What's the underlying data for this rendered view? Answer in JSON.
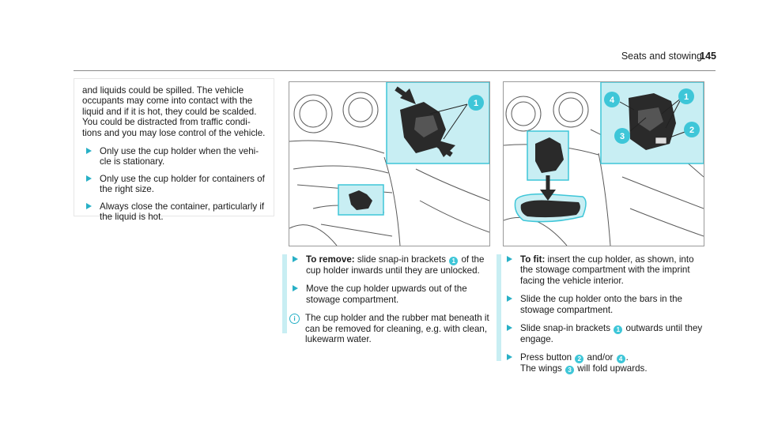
{
  "header": {
    "title": "Seats and stowing",
    "page": "145"
  },
  "warning": {
    "intro": "and liquids could be spilled. The vehicle occupants may come into contact with the liquid and if it is hot, they could be scalded. You could be distracted from traffic condi­tions and you may lose control of the vehicle.",
    "items": [
      "Only use the cup holder when the vehi­cle is stationary.",
      "Only use the cup holder for containers of the right size.",
      "Always close the container, particularly if the liquid is hot."
    ]
  },
  "figures": {
    "left": {
      "callouts": [
        "1"
      ]
    },
    "right": {
      "callouts": [
        "1",
        "2",
        "3",
        "4"
      ]
    }
  },
  "remove": {
    "label": "To remove:",
    "text_a": " slide snap-in brackets ",
    "num_a": "1",
    "text_b": " of the cup holder inwards until they are unlocked.",
    "step2": "Move the cup holder upwards out of the stowage compartment.",
    "info": "The cup holder and the rubber mat beneath it can be removed for cleaning, e.g. with clean, lukewarm water."
  },
  "fit": {
    "label": "To fit:",
    "text": " insert the cup holder, as shown, into the stowage compartment with the imprint facing the vehicle interior.",
    "step2": "Slide the cup holder onto the bars in the stowage compartment.",
    "step3_a": "Slide snap-in brackets ",
    "step3_num": "1",
    "step3_b": " outwards until they engage.",
    "step4_a": "Press button ",
    "step4_num1": "2",
    "step4_mid": " and/or ",
    "step4_num2": "4",
    "step4_b": ".",
    "step4_c": "The wings ",
    "step4_num3": "3",
    "step4_d": " will fold upwards."
  },
  "colors": {
    "accent": "#3ec6d8",
    "highlight": "#c8eef3",
    "line": "#5a5a5a"
  }
}
